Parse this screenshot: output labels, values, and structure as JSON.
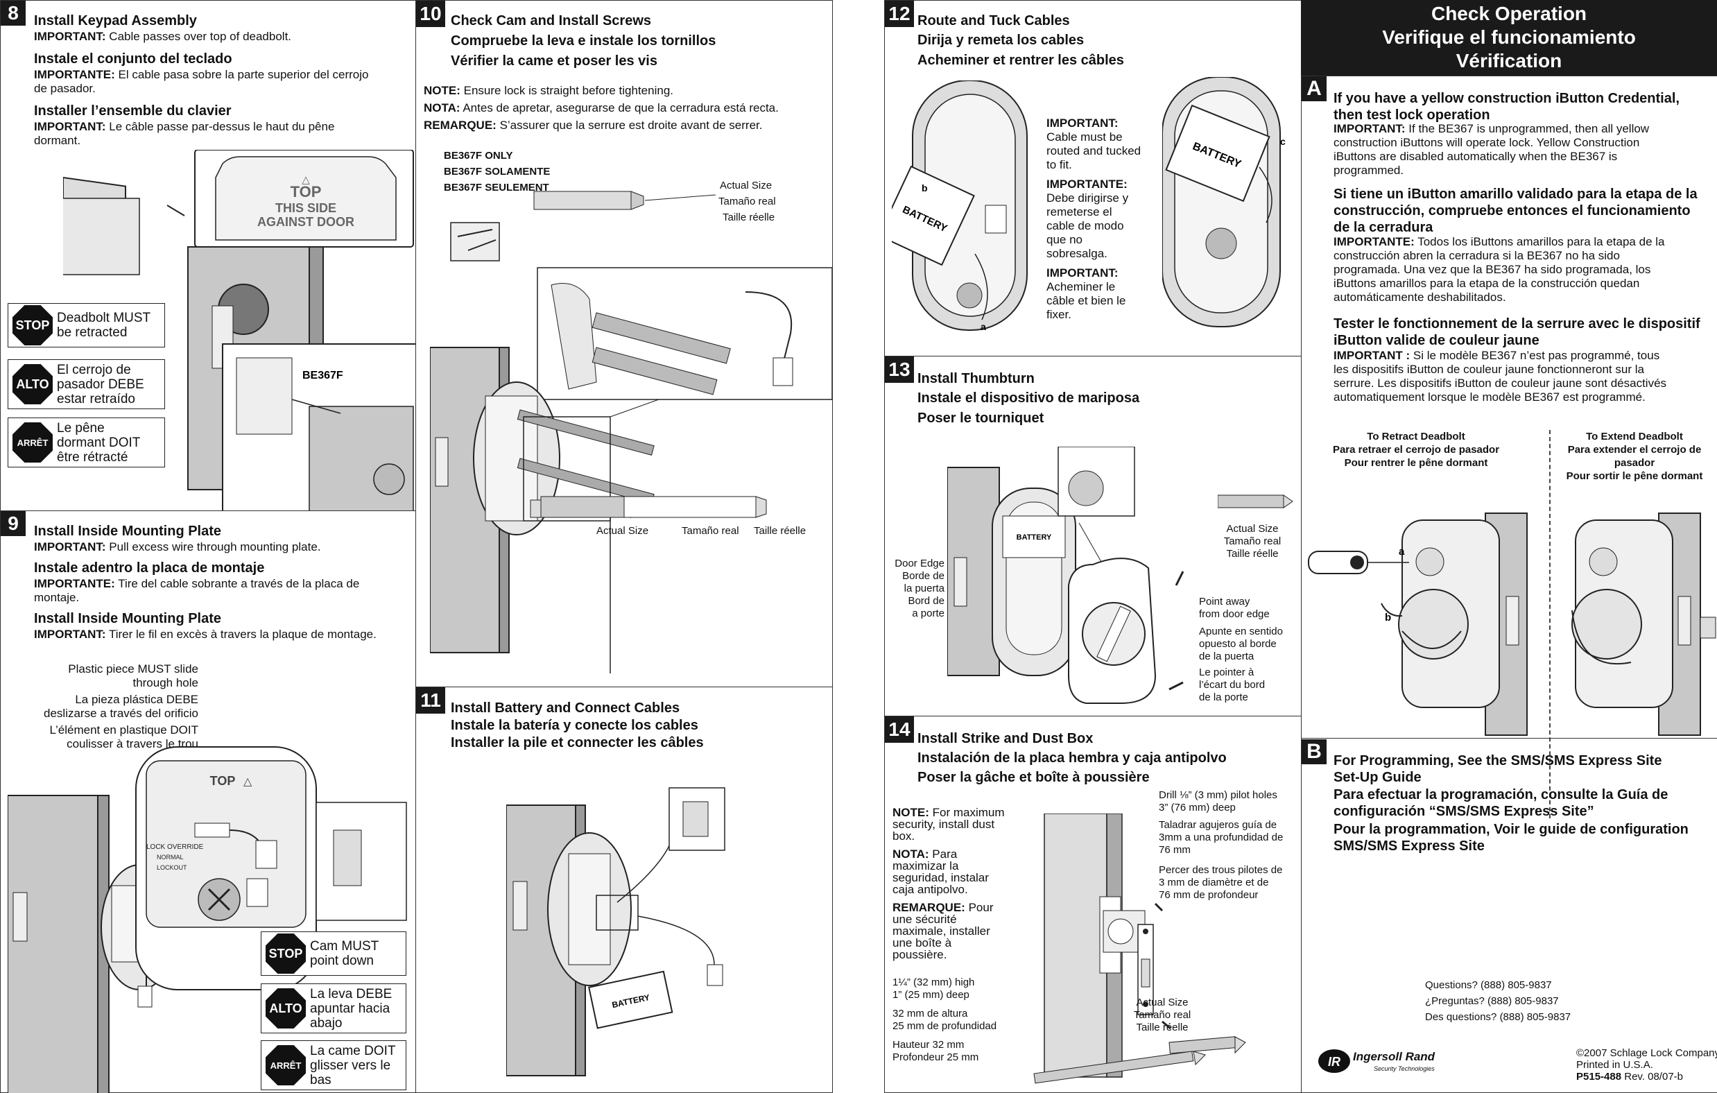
{
  "step8": {
    "num": "8",
    "title_en": "Install Keypad Assembly",
    "imp_en_label": "IMPORTANT:",
    "imp_en": " Cable passes over top of deadbolt.",
    "title_es": "Instale el conjunto del teclado",
    "imp_es_label": "IMPORTANTE:",
    "imp_es_1": " El cable pasa sobre la parte superior del cerrojo",
    "imp_es_2": "de pasador.",
    "title_fr": "Installer l’ensemble du clavier",
    "imp_fr_label": "IMPORTANT:",
    "imp_fr_1": " Le câble passe par-dessus le haut du pêne",
    "imp_fr_2": "dormant.",
    "plate_top": "TOP",
    "plate_line1": "THIS SIDE",
    "plate_line2": "AGAINST DOOR",
    "model": "BE367F",
    "warn_stop": "STOP",
    "warn_stop_text": "Deadbolt MUST\nbe retracted",
    "warn_alto": "ALTO",
    "warn_alto_text": "El cerrojo de\npasador DEBE\nestar retraído",
    "warn_arret": "ARRÊT",
    "warn_arret_text": "Le pêne\ndormant DOIT\nêtre rétracté"
  },
  "step9": {
    "num": "9",
    "title_en": "Install Inside Mounting Plate",
    "imp_en_label": "IMPORTANT:",
    "imp_en": " Pull excess wire through mounting plate.",
    "title_es": "Instale adentro la placa de montaje",
    "imp_es_label": "IMPORTANTE:",
    "imp_es_1": " Tire del cable sobrante a través de la placa de",
    "imp_es_2": "montaje.",
    "title_fr": "Install Inside Mounting Plate",
    "imp_fr_label": "IMPORTANT:",
    "imp_fr": " Tirer le fil en excès à travers la plaque de montage.",
    "note_en_1": "Plastic piece MUST slide",
    "note_en_2": "through hole",
    "note_es_1": "La pieza plástica DEBE",
    "note_es_2": "deslizarse a través del orificio",
    "note_fr_1": "L’élément en plastique DOIT",
    "note_fr_2": "coulisser à travers le trou",
    "plate_top": "TOP",
    "lock_override": "LOCK OVERRIDE",
    "normal": "NORMAL",
    "lockout": "LOCKOUT",
    "warn_stop": "STOP",
    "warn_stop_text": "Cam MUST\npoint down",
    "warn_alto": "ALTO",
    "warn_alto_text": "La leva DEBE\napuntar hacia\nabajo",
    "warn_arret": "ARRÊT",
    "warn_arret_text": "La came DOIT\nglisser vers le\nbas"
  },
  "step10": {
    "num": "10",
    "title_en": "Check Cam and Install Screws",
    "title_es": "Compruebe la leva e instale los tornillos",
    "title_fr": "Vérifier la came et poser les vis",
    "note_en_label": "NOTE:",
    "note_en": " Ensure lock is straight before tightening.",
    "note_es_label": "NOTA:",
    "note_es": " Antes de apretar, asegurarse de que la cerradura está recta.",
    "note_fr_label": "REMARQUE:",
    "note_fr": " S’assurer que la serrure est droite avant de serrer.",
    "only_en": "BE367F ONLY",
    "only_es": "BE367F SOLAMENTE",
    "only_fr": "BE367F SEULEMENT",
    "size_en": "Actual Size",
    "size_es": "Tamaño real",
    "size_fr": "Taille réelle"
  },
  "step11": {
    "num": "11",
    "title_en": "Install Battery and Connect Cables",
    "title_es": "Instale la batería y conecte los cables",
    "title_fr": "Installer la pile et connecter les câbles",
    "battery": "BATTERY"
  },
  "step12": {
    "num": "12",
    "title_en": "Route and Tuck Cables",
    "title_es": "Dirija y remeta los cables",
    "title_fr": "Acheminer et rentrer les câbles",
    "imp_en_label": "IMPORTANT:",
    "imp_en": [
      "Cable must be",
      "routed and tucked",
      "to fit."
    ],
    "imp_es_label": "IMPORTANTE:",
    "imp_es": [
      "Debe dirigirse y",
      "remeterse el",
      "cable de modo",
      "que no",
      "sobresalga."
    ],
    "imp_fr_label": "IMPORTANT:",
    "imp_fr": [
      "Acheminer le",
      "câble et bien le",
      "fixer."
    ],
    "battery": "BATTERY",
    "label_a": "a",
    "label_b": "b",
    "label_c": "c"
  },
  "step13": {
    "num": "13",
    "title_en": "Install Thumbturn",
    "title_es": "Instale el dispositivo de mariposa",
    "title_fr": "Poser le tourniquet",
    "door_edge": [
      "Door Edge",
      "Borde de",
      "la puerta",
      "Bord de",
      "a porte"
    ],
    "size_en": "Actual Size",
    "size_es": "Tamaño real",
    "size_fr": "Taille réelle",
    "point_en": [
      "Point away",
      "from door edge"
    ],
    "point_es": [
      "Apunte en sentido",
      "opuesto al borde",
      "de la puerta"
    ],
    "point_fr": [
      "Le pointer à",
      "l’écart du bord",
      "de la porte"
    ],
    "battery": "BATTERY"
  },
  "step14": {
    "num": "14",
    "title_en": "Install Strike and Dust Box",
    "title_es": "Instalación de la placa hembra y caja antipolvo",
    "title_fr": "Poser la gâche et boîte à poussière",
    "note_en_label": "NOTE:",
    "note_en": [
      " For maximum",
      "security, install dust",
      "box."
    ],
    "note_es_label": "NOTA:",
    "note_es": [
      " Para",
      "maximizar la",
      "seguridad, instalar",
      "caja antipolvo."
    ],
    "note_fr_label": "REMARQUE:",
    "note_fr": [
      " Pour",
      "une sécurité",
      "maximale, installer",
      "une boîte à",
      "poussière."
    ],
    "drill_en": [
      "Drill ⅛” (3 mm) pilot holes",
      "3” (76 mm) deep"
    ],
    "drill_es": [
      "Taladrar agujeros guía de",
      "3mm a una profundidad de",
      "76 mm"
    ],
    "drill_fr": [
      "Percer des trous pilotes de",
      "3 mm de diamètre et de",
      "76 mm de profondeur"
    ],
    "dim_en": [
      "1¼” (32 mm) high",
      "1” (25 mm) deep"
    ],
    "dim_es": [
      "32 mm de altura",
      "25 mm de profundidad"
    ],
    "dim_fr": [
      "Hauteur 32 mm",
      "Profondeur 25 mm"
    ],
    "size_en": "Actual Size",
    "size_es": "Tamaño real",
    "size_fr": "Taille réelle"
  },
  "check": {
    "title_en": "Check Operation",
    "title_es": "Verifique el funcionamiento",
    "title_fr": "Vérification",
    "a": "A",
    "a_head_en": [
      "If you have a yellow construction iButton Credential,",
      "then test lock operation"
    ],
    "a_imp_en_label": "IMPORTANT:",
    "a_imp_en": [
      " If the BE367 is unprogrammed, then all yellow",
      "construction iButtons will operate lock. Yellow Construction",
      "iButtons are disabled automatically when the BE367 is",
      "programmed."
    ],
    "a_head_es": [
      "Si tiene un iButton amarillo validado para la etapa de la",
      "construcción, compruebe entonces el funcionamiento",
      "de la cerradura"
    ],
    "a_imp_es_label": "IMPORTANTE:",
    "a_imp_es": [
      " Todos los iButtons amarillos para la etapa de la",
      "construcción abren la cerradura si la BE367 no ha sido",
      "programada. Una vez que la BE367 ha sido programada, los",
      "iButtons amarillos para la etapa de la construcción quedan",
      "automáticamente deshabilitados."
    ],
    "a_head_fr": [
      "Tester le fonctionnement de la serrure avec le dispositif",
      "iButton valide de couleur jaune"
    ],
    "a_imp_fr_label": "IMPORTANT :",
    "a_imp_fr": [
      " Si le modèle BE367 n’est pas programmé, tous",
      "les dispositifs iButton de couleur jaune fonctionneront sur la",
      "serrure. Les dispositifs iButton de couleur jaune sont désactivés",
      "automatiquement lorsque le modèle BE367 est programmé."
    ],
    "retract": [
      "To Retract Deadbolt",
      "Para retraer el cerrojo de pasador",
      "Pour rentrer le pêne dormant"
    ],
    "extend": [
      "To Extend Deadbolt",
      "Para extender el cerrojo de",
      "pasador",
      "Pour sortir le pêne dormant"
    ],
    "label_a": "a",
    "label_b": "b",
    "b": "B",
    "b_en": [
      "For Programming, See the SMS/SMS Express Site",
      "Set-Up Guide"
    ],
    "b_es": [
      "Para efectuar la programación, consulte la Guía de",
      "configuración “SMS/SMS Express Site”"
    ],
    "b_fr": [
      "Pour la programmation, Voir le guide de configuration",
      "SMS/SMS Express Site"
    ],
    "q_en": "Questions? (888) 805-9837",
    "q_es": "¿Preguntas? (888) 805-9837",
    "q_fr": "Des questions? (888) 805-9837",
    "brand": "Ingersoll Rand",
    "brand_sub": "Security Technologies",
    "copyright": "©2007 Schlage Lock Company",
    "printed": "Printed in U.S.A.",
    "part": "P515-488",
    "rev": " Rev. 08/07-b"
  },
  "colors": {
    "ink": "#111111",
    "panel_border": "#333333",
    "badge_bg": "#1a1a1a",
    "door_fill": "#c8c8c8",
    "door_dark": "#9a9a9a"
  }
}
